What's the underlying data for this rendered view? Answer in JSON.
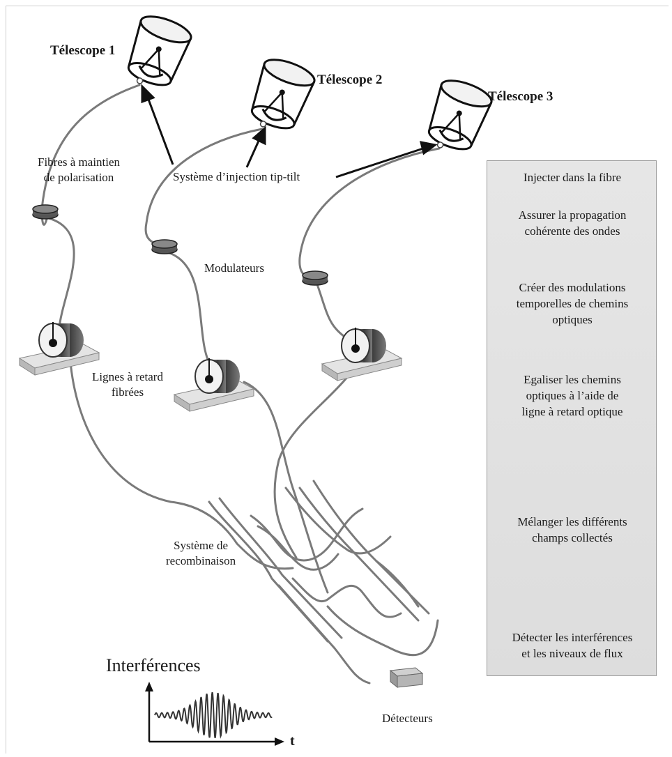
{
  "labels": {
    "telescope1": "Télescope 1",
    "telescope2": "Télescope 2",
    "telescope3": "Télescope 3",
    "fibres": "Fibres à  maintien\nde polarisation",
    "injection": "Système d’injection  tip-tilt",
    "modulateurs": "Modulateurs",
    "lignes": "Lignes à retard\nfibrées",
    "recombinaison": "Système de\nrecombinaison",
    "interferences": "Interférences",
    "t_axis": "t",
    "detecteurs": "Détecteurs"
  },
  "steps": [
    "Injecter dans la fibre",
    "Assurer la propagation\ncohérente des ondes",
    "Créer des modulations\ntemporelles de chemins\noptiques",
    "Egaliser les chemins\noptiques à l’aide de\nligne à retard optique",
    "Mélanger les différents\nchamps collectés",
    "Détecter les interférences\net les niveaux de flux"
  ],
  "colors": {
    "fiber": "#8a8a8a",
    "panel": "#e2e2e2",
    "modulator": "#4a4a4a",
    "base": "#d8d8d8"
  }
}
